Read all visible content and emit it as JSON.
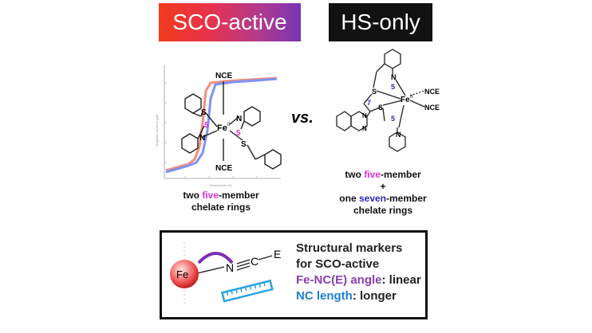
{
  "header": {
    "left_label": "SCO-active",
    "right_label": "HS-only"
  },
  "vs_label": "vs.",
  "left_molecule": {
    "atoms": {
      "nce_top": "NCE",
      "nce_bottom": "NCE",
      "fe": "Fe",
      "fe_ox": "II",
      "s1": "S",
      "s2": "S",
      "n1": "N",
      "n2": "N"
    },
    "ring_labels": [
      "5",
      "5"
    ],
    "caption_line1_pre": "two ",
    "caption_line1_hl": "five",
    "caption_line1_post": "-member",
    "caption_line2": "chelate rings",
    "inset_axis_y": "Magnetic moment (μB)",
    "inset_axis_x": "Temperature (K)"
  },
  "right_molecule": {
    "atoms": {
      "nce_top": "NCE",
      "nce_bottom": "NCE",
      "fe": "Fe",
      "fe_ox": "II",
      "s1": "S",
      "s2": "S",
      "n_top": "N",
      "n_bottom": "N",
      "n_bzim1": "N",
      "n_bzim2": "N"
    },
    "ring_labels": [
      "5",
      "7",
      "5"
    ],
    "caption_line1_pre": "two ",
    "caption_line1_hl": "five",
    "caption_line1_post": "-member",
    "caption_plus": "+",
    "caption_line3_pre": "one ",
    "caption_line3_hl": "seven",
    "caption_line3_post": "-member",
    "caption_line4": "chelate rings"
  },
  "bottom_panel": {
    "fe_label": "Fe",
    "n_label": "N",
    "c_label": "C",
    "e_label": "E",
    "line1": "Structural markers",
    "line2": "for SCO-active",
    "line3_hl": "Fe-NC(E) angle",
    "line3_rest": ": linear",
    "line4_hl": "NC length",
    "line4_rest": ": longer"
  },
  "colors": {
    "magenta": "#e02fd8",
    "navy": "#2b2ab8",
    "purple": "#8a3fb0",
    "blue": "#1f7fd0",
    "curve_blue": "#6a7ff0",
    "curve_red": "#f07a6a"
  }
}
